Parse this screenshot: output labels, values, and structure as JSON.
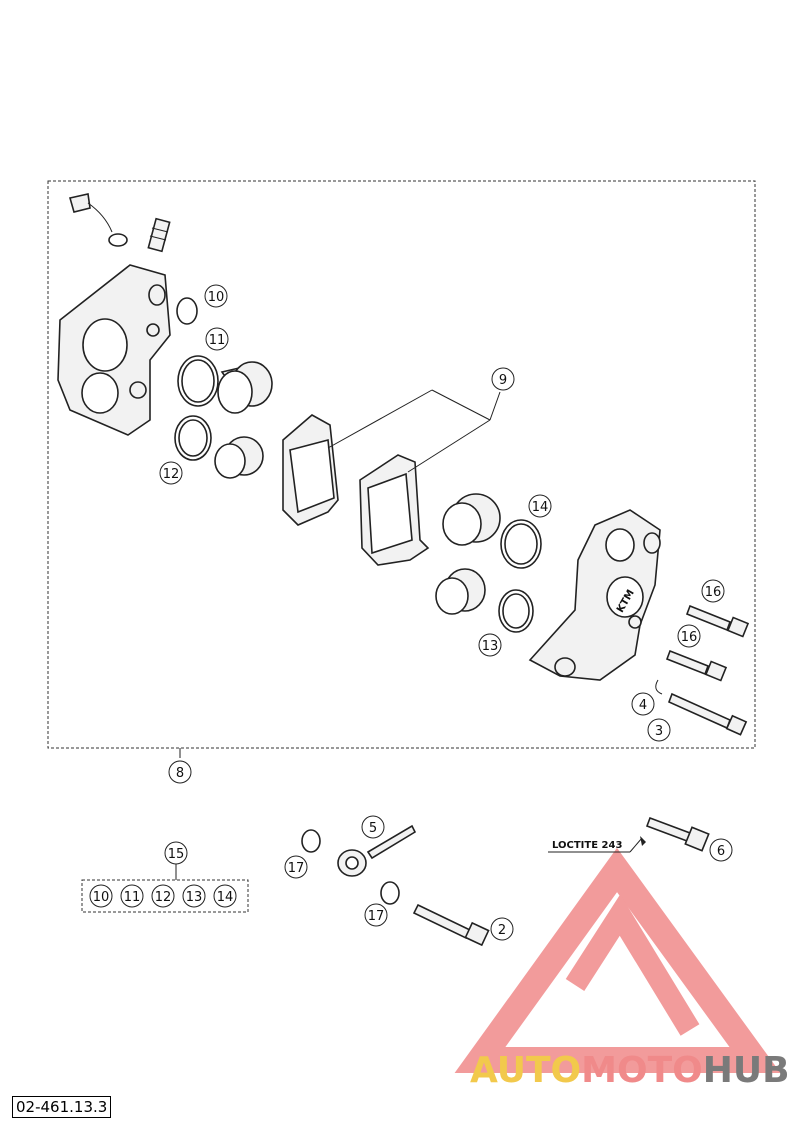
{
  "callouts": {
    "c2": "2",
    "c3": "3",
    "c4": "4",
    "c5": "5",
    "c6": "6",
    "c8": "8",
    "c9": "9",
    "c10": "10",
    "c11": "11",
    "c12": "12",
    "c13": "13",
    "c14": "14",
    "c15": "15",
    "c16a": "16",
    "c16b": "16",
    "c17a": "17",
    "c17b": "17"
  },
  "kit_contents": [
    "10",
    "11",
    "12",
    "13",
    "14"
  ],
  "loctite_label": "LOCTITE 243",
  "caliper_mark": "KTM",
  "doc_code": "02-461.13.3",
  "watermark": {
    "part1": "AUTO",
    "part2": "MOTO",
    "part3": "HUB",
    "color1": "#f2c94c",
    "color2": "#f08a8a",
    "color3": "#7a7a7a",
    "logo_color": "#f08a8a"
  }
}
